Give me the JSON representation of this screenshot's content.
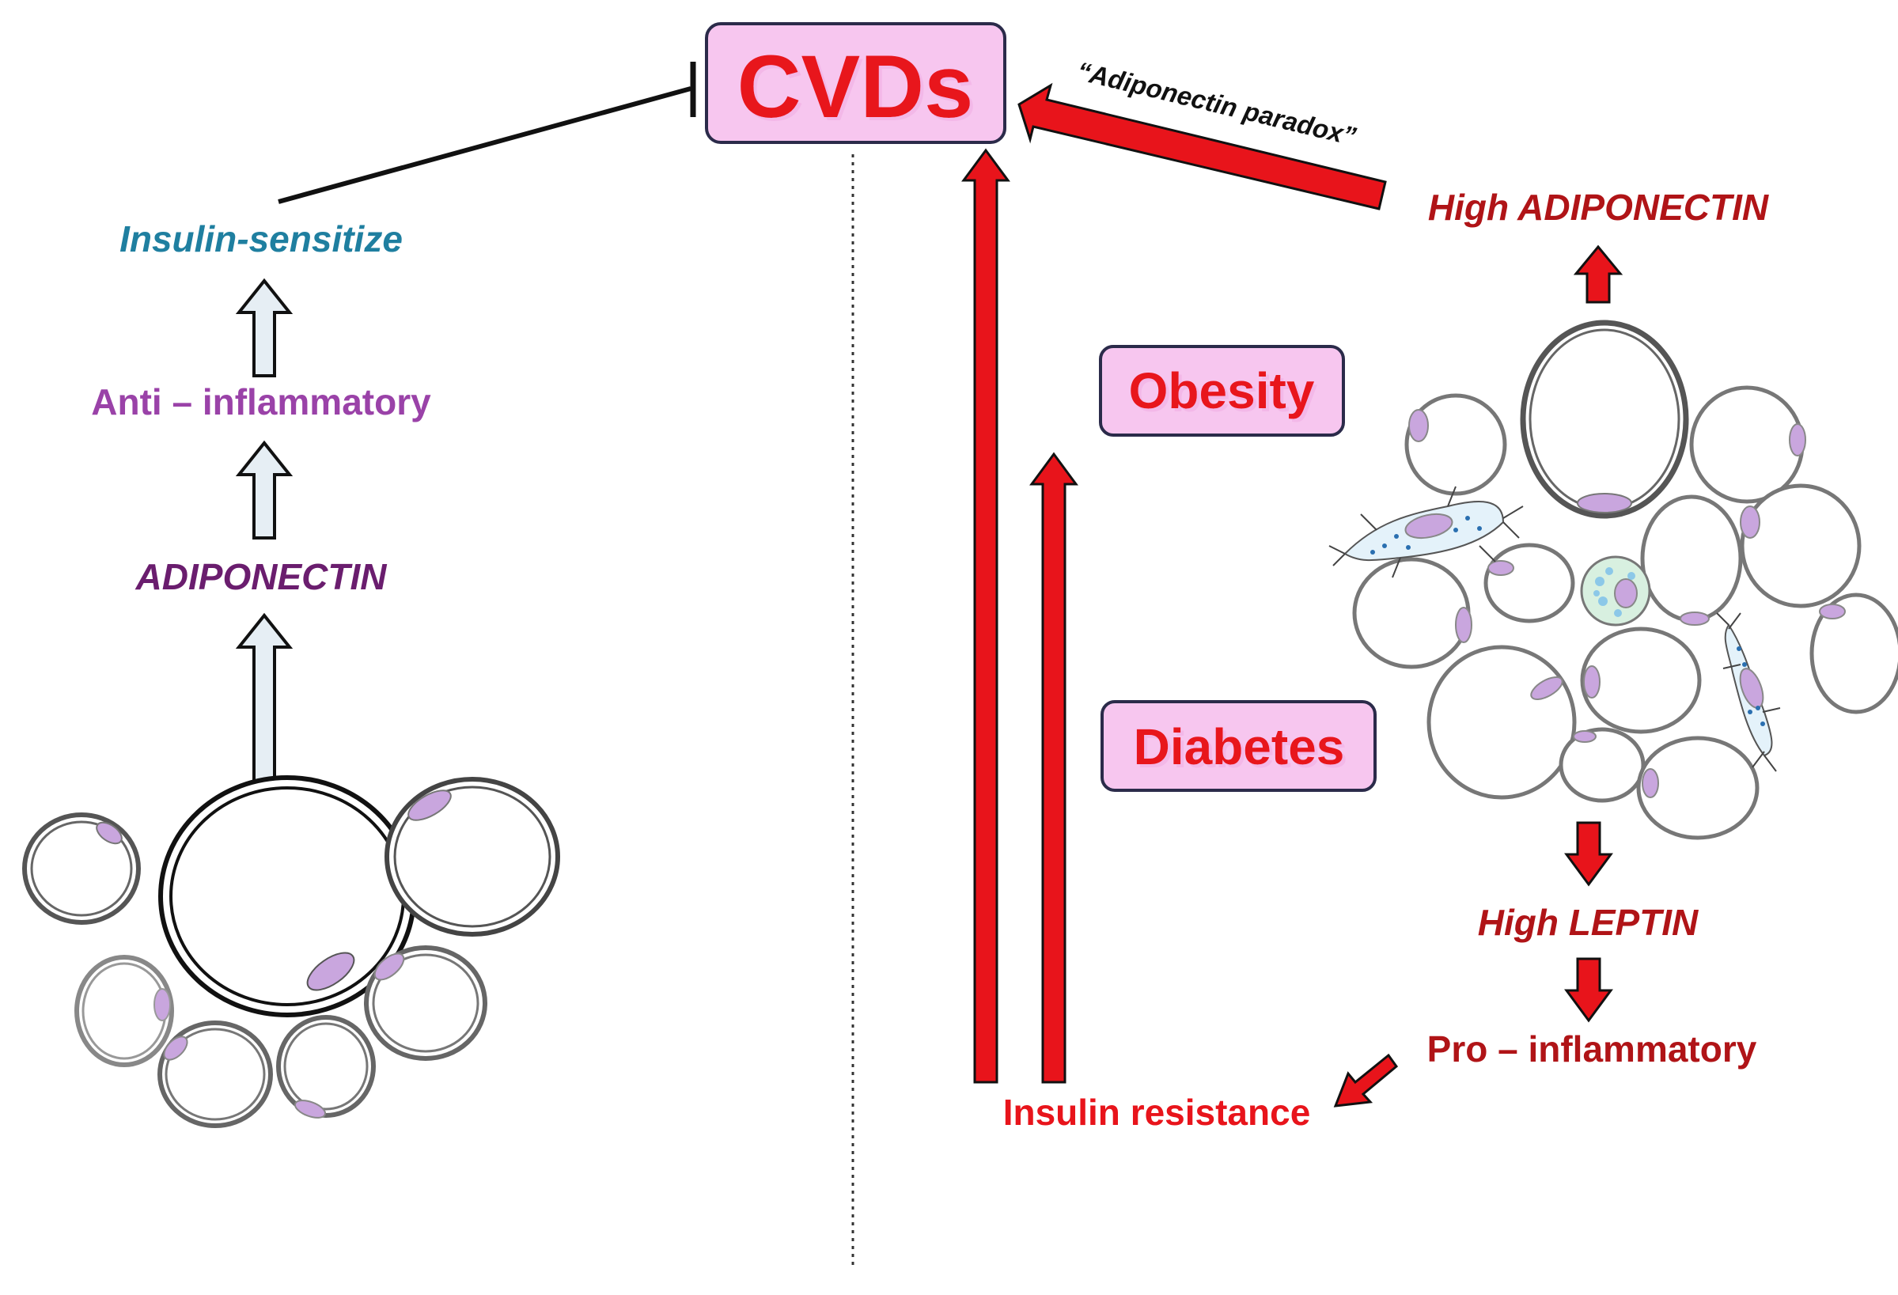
{
  "colors": {
    "red": "#e8141b",
    "dark_red": "#b01417",
    "box_fill": "#f7c6ef",
    "box_stroke": "#2b2b4a",
    "teal": "#1f7fa0",
    "purple": "#9a42a8",
    "dark_purple": "#6a1d6e",
    "pale_arrow": "#e6eef4",
    "cell_purple": "#c9a6de"
  },
  "center": {
    "cvds_label": "CVDs"
  },
  "left": {
    "insulin_sensitize": "Insulin-sensitize",
    "anti_inflammatory": "Anti – inflammatory",
    "adiponectin": "ADIPONECTIN"
  },
  "right": {
    "paradox_label": "“Adiponectin paradox”",
    "high_adiponectin": "High ADIPONECTIN",
    "obesity_label": "Obesity",
    "diabetes_label": "Diabetes",
    "high_leptin": "High LEPTIN",
    "pro_inflammatory": "Pro – inflammatory",
    "insulin_resistance": "Insulin resistance"
  }
}
